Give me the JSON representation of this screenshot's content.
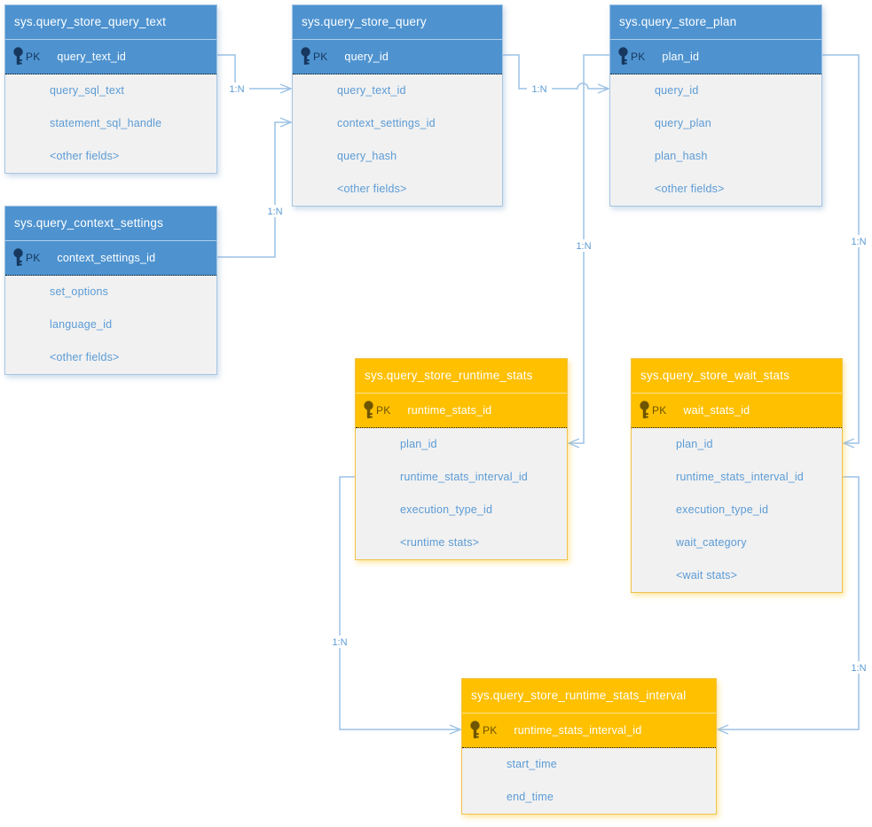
{
  "diagram": {
    "colors": {
      "blue_header": "#4e93d0",
      "orange_header": "#ffc000",
      "body_background": "#f1f1f1",
      "field_text": "#5b9bd5",
      "connector_line": "#9cc2e5",
      "pk_text_blue": "#17375e",
      "pk_text_orange": "#6e5600"
    },
    "tables": [
      {
        "title": "sys.query_store_query_text",
        "theme": "blue",
        "pk_label": "PK",
        "pk_field": "query_text_id",
        "fields": [
          "query_sql_text",
          "statement_sql_handle",
          "<other fields>"
        ]
      },
      {
        "title": "sys.query_store_query",
        "theme": "blue",
        "pk_label": "PK",
        "pk_field": "query_id",
        "fields": [
          "query_text_id",
          "context_settings_id",
          "query_hash",
          "<other fields>"
        ]
      },
      {
        "title": "sys.query_store_plan",
        "theme": "blue",
        "pk_label": "PK",
        "pk_field": "plan_id",
        "fields": [
          "query_id",
          "query_plan",
          "plan_hash",
          "<other fields>"
        ]
      },
      {
        "title": "sys.query_context_settings",
        "theme": "blue",
        "pk_label": "PK",
        "pk_field": "context_settings_id",
        "fields": [
          "set_options",
          "language_id",
          "<other fields>"
        ]
      },
      {
        "title": "sys.query_store_runtime_stats",
        "theme": "orange",
        "pk_label": "PK",
        "pk_field": "runtime_stats_id",
        "fields": [
          "plan_id",
          "runtime_stats_interval_id",
          "execution_type_id",
          "<runtime stats>"
        ]
      },
      {
        "title": "sys.query_store_wait_stats",
        "theme": "orange",
        "pk_label": "PK",
        "pk_field": "wait_stats_id",
        "fields": [
          "plan_id",
          "runtime_stats_interval_id",
          "execution_type_id",
          "wait_category",
          "<wait stats>"
        ]
      },
      {
        "title": "sys.query_store_runtime_stats_interval",
        "theme": "orange",
        "pk_label": "PK",
        "pk_field": "runtime_stats_interval_id",
        "fields": [
          "start_time",
          "end_time"
        ]
      }
    ],
    "connectors": [
      {
        "from": "sys.query_store_query_text.query_text_id",
        "to": "sys.query_store_query.query_text_id",
        "label": "1:N"
      },
      {
        "from": "sys.query_context_settings.context_settings_id",
        "to": "sys.query_store_query.context_settings_id",
        "label": "1:N"
      },
      {
        "from": "sys.query_store_query.query_id",
        "to": "sys.query_store_plan.query_id",
        "label": "1:N"
      },
      {
        "from": "sys.query_store_plan.plan_id",
        "to": "sys.query_store_runtime_stats.plan_id",
        "label": "1:N"
      },
      {
        "from": "sys.query_store_plan.plan_id",
        "to": "sys.query_store_wait_stats.plan_id",
        "label": "1:N"
      },
      {
        "from": "sys.query_store_runtime_stats.runtime_stats_interval_id",
        "to": "sys.query_store_runtime_stats_interval.runtime_stats_interval_id",
        "label": "1:N"
      },
      {
        "from": "sys.query_store_wait_stats.runtime_stats_interval_id",
        "to": "sys.query_store_runtime_stats_interval.runtime_stats_interval_id",
        "label": "1:N"
      }
    ]
  }
}
